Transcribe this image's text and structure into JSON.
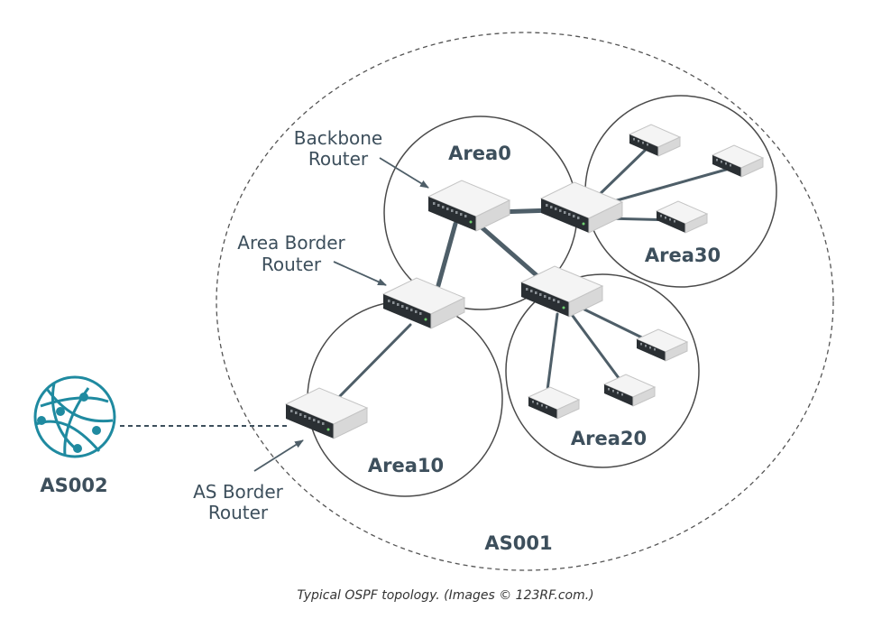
{
  "diagram": {
    "autonomous_system": "AS001",
    "external_as": "AS002",
    "areas": [
      {
        "id": "area0",
        "label": "Area0"
      },
      {
        "id": "area10",
        "label": "Area10"
      },
      {
        "id": "area20",
        "label": "Area20"
      },
      {
        "id": "area30",
        "label": "Area30"
      }
    ],
    "callouts": {
      "backbone_router": [
        "Backbone",
        "Router"
      ],
      "area_border_router": [
        "Area Border",
        "Router"
      ],
      "as_border_router": [
        "AS Border",
        "Router"
      ]
    },
    "colors": {
      "text": "#3d4f5c",
      "link": "#4e5e68",
      "globe": "#1f8aa0",
      "circle_stroke": "#4a4a4a"
    }
  },
  "caption": "Typical OSPF topology. (Images © 123RF.com.)"
}
